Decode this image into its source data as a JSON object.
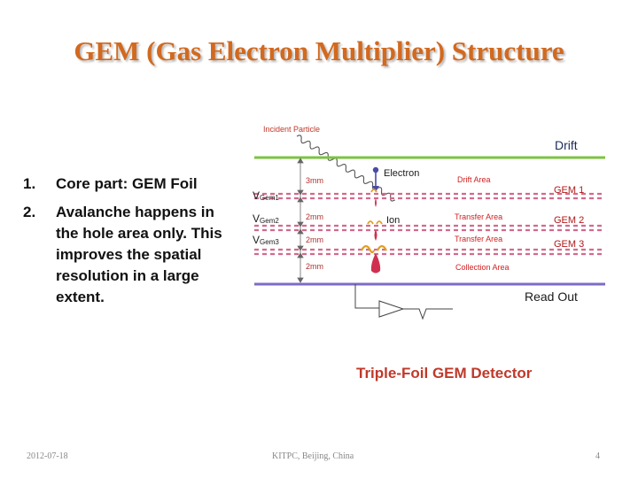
{
  "slide": {
    "title": "GEM (Gas Electron Multiplier) Structure",
    "bullets": [
      {
        "num": "1.",
        "text": "Core part: GEM Foil"
      },
      {
        "num": "2.",
        "text": "Avalanche happens in the hole area only. This improves the spatial resolution in a large extent."
      }
    ],
    "caption": "Triple-Foil GEM  Detector"
  },
  "diagram": {
    "incident_particle": "Incident Particle",
    "drift": "Drift",
    "read_out": "Read Out",
    "electron": "Electron",
    "ion": "Ion",
    "gaps": [
      "3mm",
      "2mm",
      "2mm",
      "2mm"
    ],
    "areas": [
      "Drift Area",
      "Transfer Area",
      "Transfer Area",
      "Collection Area"
    ],
    "foils": [
      "GEM 1",
      "GEM 2",
      "GEM 3"
    ],
    "voltages": [
      {
        "v": "V",
        "sub": "Gem1"
      },
      {
        "v": "V",
        "sub": "Gem2"
      },
      {
        "v": "V",
        "sub": "Gem3"
      }
    ],
    "colors": {
      "drift_electrode": "#7dc242",
      "foil": "#d36a8c",
      "readout": "#7e6bc4",
      "area_label": "#d11f1f",
      "electron": "#4a4aa8",
      "ion": "#e0a020",
      "avalanche": "#d03050"
    }
  },
  "footer": {
    "date": "2012-07-18",
    "venue": "KITPC, Beijing, China",
    "page": "4"
  }
}
